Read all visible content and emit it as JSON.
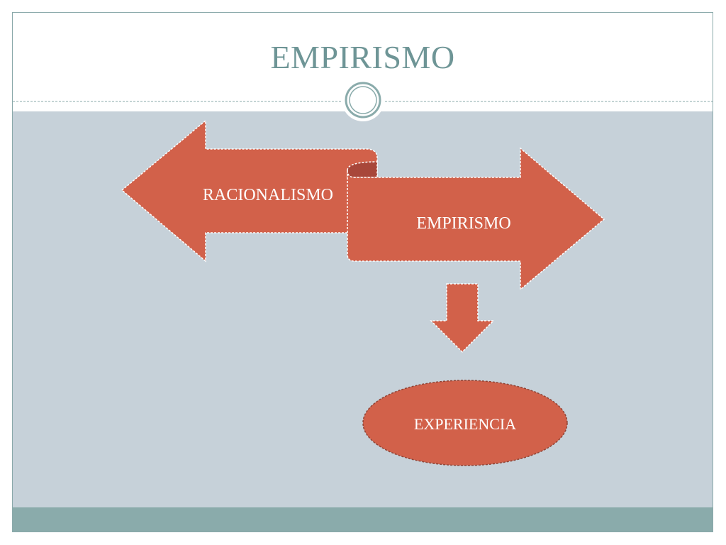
{
  "slide": {
    "title": "EMPIRISMO"
  },
  "diagram": {
    "left_arrow_label": "RACIONALISMO",
    "right_arrow_label": "EMPIRISMO",
    "result_label": "EXPERIENCIA"
  },
  "colors": {
    "title_text": "#6e9596",
    "content_background": "#c6d1d9",
    "footer_band": "#8aabab",
    "shape_fill": "#d2614a",
    "shape_fill_dark": "#a8473a",
    "shape_outline": "#ffffff"
  }
}
